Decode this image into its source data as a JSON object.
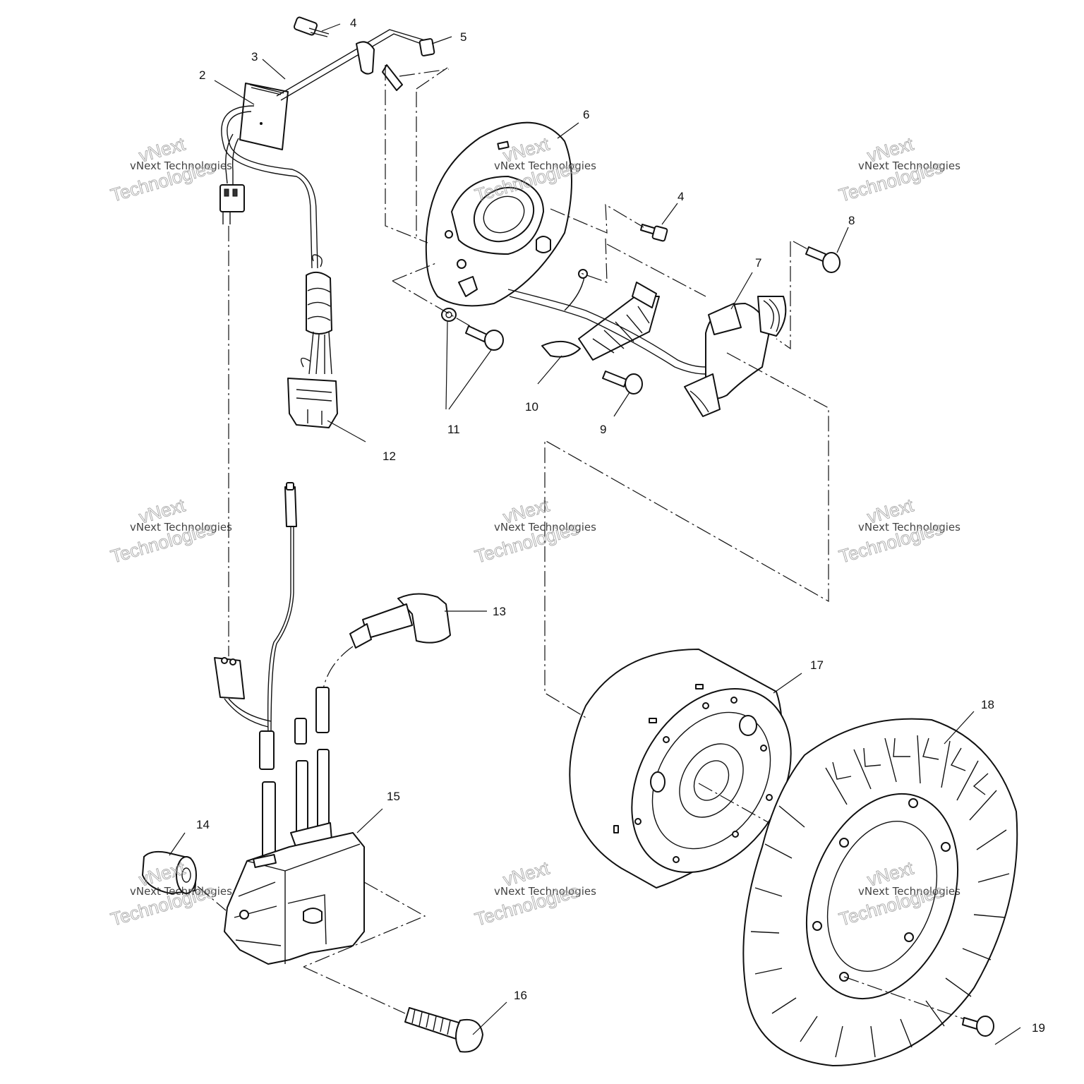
{
  "callouts": [
    "2",
    "3",
    "4",
    "5",
    "6",
    "4",
    "8",
    "7",
    "10",
    "11",
    "9",
    "12",
    "13",
    "17",
    "18",
    "14",
    "15",
    "16",
    "19"
  ],
  "watermark": {
    "line1": "vNext Technologies",
    "line2": "vNext",
    "line3": "Technologies"
  }
}
